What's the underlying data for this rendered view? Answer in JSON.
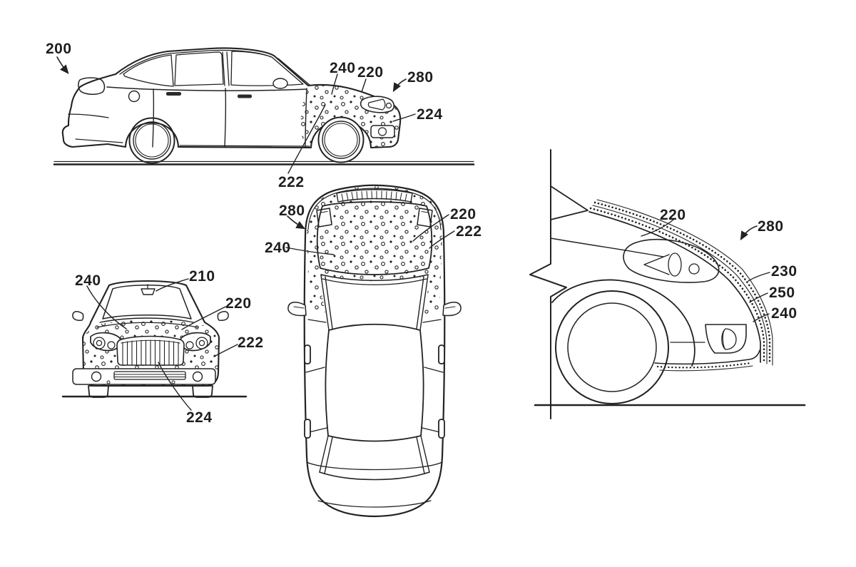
{
  "figure": {
    "type": "patent-line-drawing",
    "background_color": "#ffffff",
    "line_color": "#222222",
    "views": {
      "side_view": {
        "name": "vehicle side elevation view with stippled front section",
        "labels": {
          "l200": "200",
          "l240": "240",
          "l220": "220",
          "l280": "280",
          "l224": "224",
          "l222": "222"
        }
      },
      "front_view": {
        "name": "vehicle front elevation view with stippled fascia",
        "labels": {
          "l240": "240",
          "l210": "210",
          "l220": "220",
          "l222": "222",
          "l224": "224"
        }
      },
      "top_view": {
        "name": "vehicle plan (top) view with stippled hood",
        "labels": {
          "l280": "280",
          "l240": "240",
          "l220": "220",
          "l222": "222"
        }
      },
      "detail_view": {
        "name": "enlarged front fender detail with layered coating band",
        "labels": {
          "l220": "220",
          "l280": "280",
          "l230": "230",
          "l250": "250",
          "l240": "240"
        }
      }
    }
  }
}
